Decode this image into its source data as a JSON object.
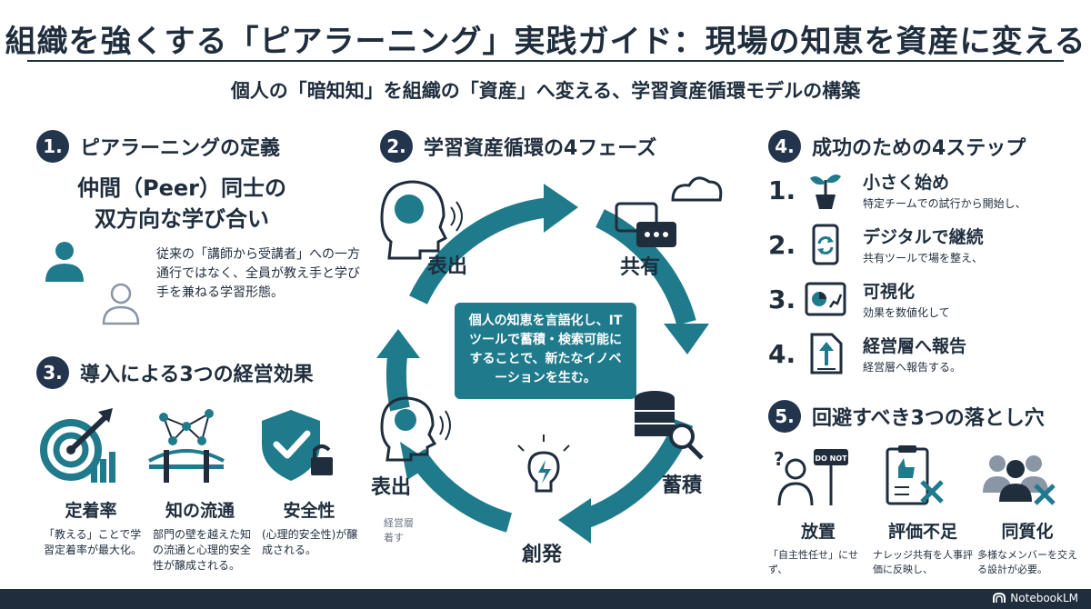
{
  "title": "組織を強くする「ピアラーニング」実践ガイド：現場の知恵を資産に変える",
  "subtitle": "個人の「暗知知」を組織の「資産」へ変える、学習資産循環モデルの構築",
  "section1": {
    "number": "1.",
    "heading": "ピアラーニングの定義",
    "big_line1": "仲間（Peer）同士の",
    "big_line2": "双方向な学び合い",
    "desc": "従来の「講師から受講者」への一方通行ではなく、全員が教え手と学び手を兼ねる学習形態。"
  },
  "section2": {
    "number": "2.",
    "heading": "学習資産循環の4フェーズ",
    "phases": [
      "表出",
      "共有",
      "蓄積",
      "創発",
      "表出"
    ],
    "center_text": "個人の知恵を言語化し、ITツールで蓄積・検索可能にすることで、新たなイノベーションを生む。",
    "small_note_line1": "経営層",
    "small_note_line2": "着す"
  },
  "section3": {
    "number": "3.",
    "heading": "導入による3つの経営効果",
    "effects": [
      {
        "name": "定着率",
        "desc": "「教える」ことで学習定着率が最大化。"
      },
      {
        "name": "知の流通",
        "desc": "部門の壁を越えた知の流通と心理的安全性が醸成される。"
      },
      {
        "name": "安全性",
        "desc": "(心理的安全性)が醸成される。"
      }
    ]
  },
  "section4": {
    "number": "4.",
    "heading": "成功のための4ステップ",
    "steps": [
      {
        "n": "1.",
        "title": "小さく始め",
        "desc": "特定チームでの試行から開始し、"
      },
      {
        "n": "2.",
        "title": "デジタルで継続",
        "desc": "共有ツールで場を整え、"
      },
      {
        "n": "3.",
        "title": "可視化",
        "desc": "効果を数値化して"
      },
      {
        "n": "4.",
        "title": "経営層へ報告",
        "desc": "経営層へ報告する。"
      }
    ]
  },
  "section5": {
    "number": "5.",
    "heading": "回避すべき3つの落とし穴",
    "sign_text": "DO NOT",
    "pitfalls": [
      {
        "name": "放置",
        "desc": "「自主性任せ」にせず、"
      },
      {
        "name": "評価不足",
        "desc": "ナレッジ共有を人事評価に反映し、"
      },
      {
        "name": "同質化",
        "desc": "多様なメンバーを交える設計が必要。"
      }
    ]
  },
  "footer": {
    "brand": "NotebookLM"
  },
  "colors": {
    "navy": "#1f2d3d",
    "teal": "#1f7a8c",
    "badge": "#23344d"
  }
}
